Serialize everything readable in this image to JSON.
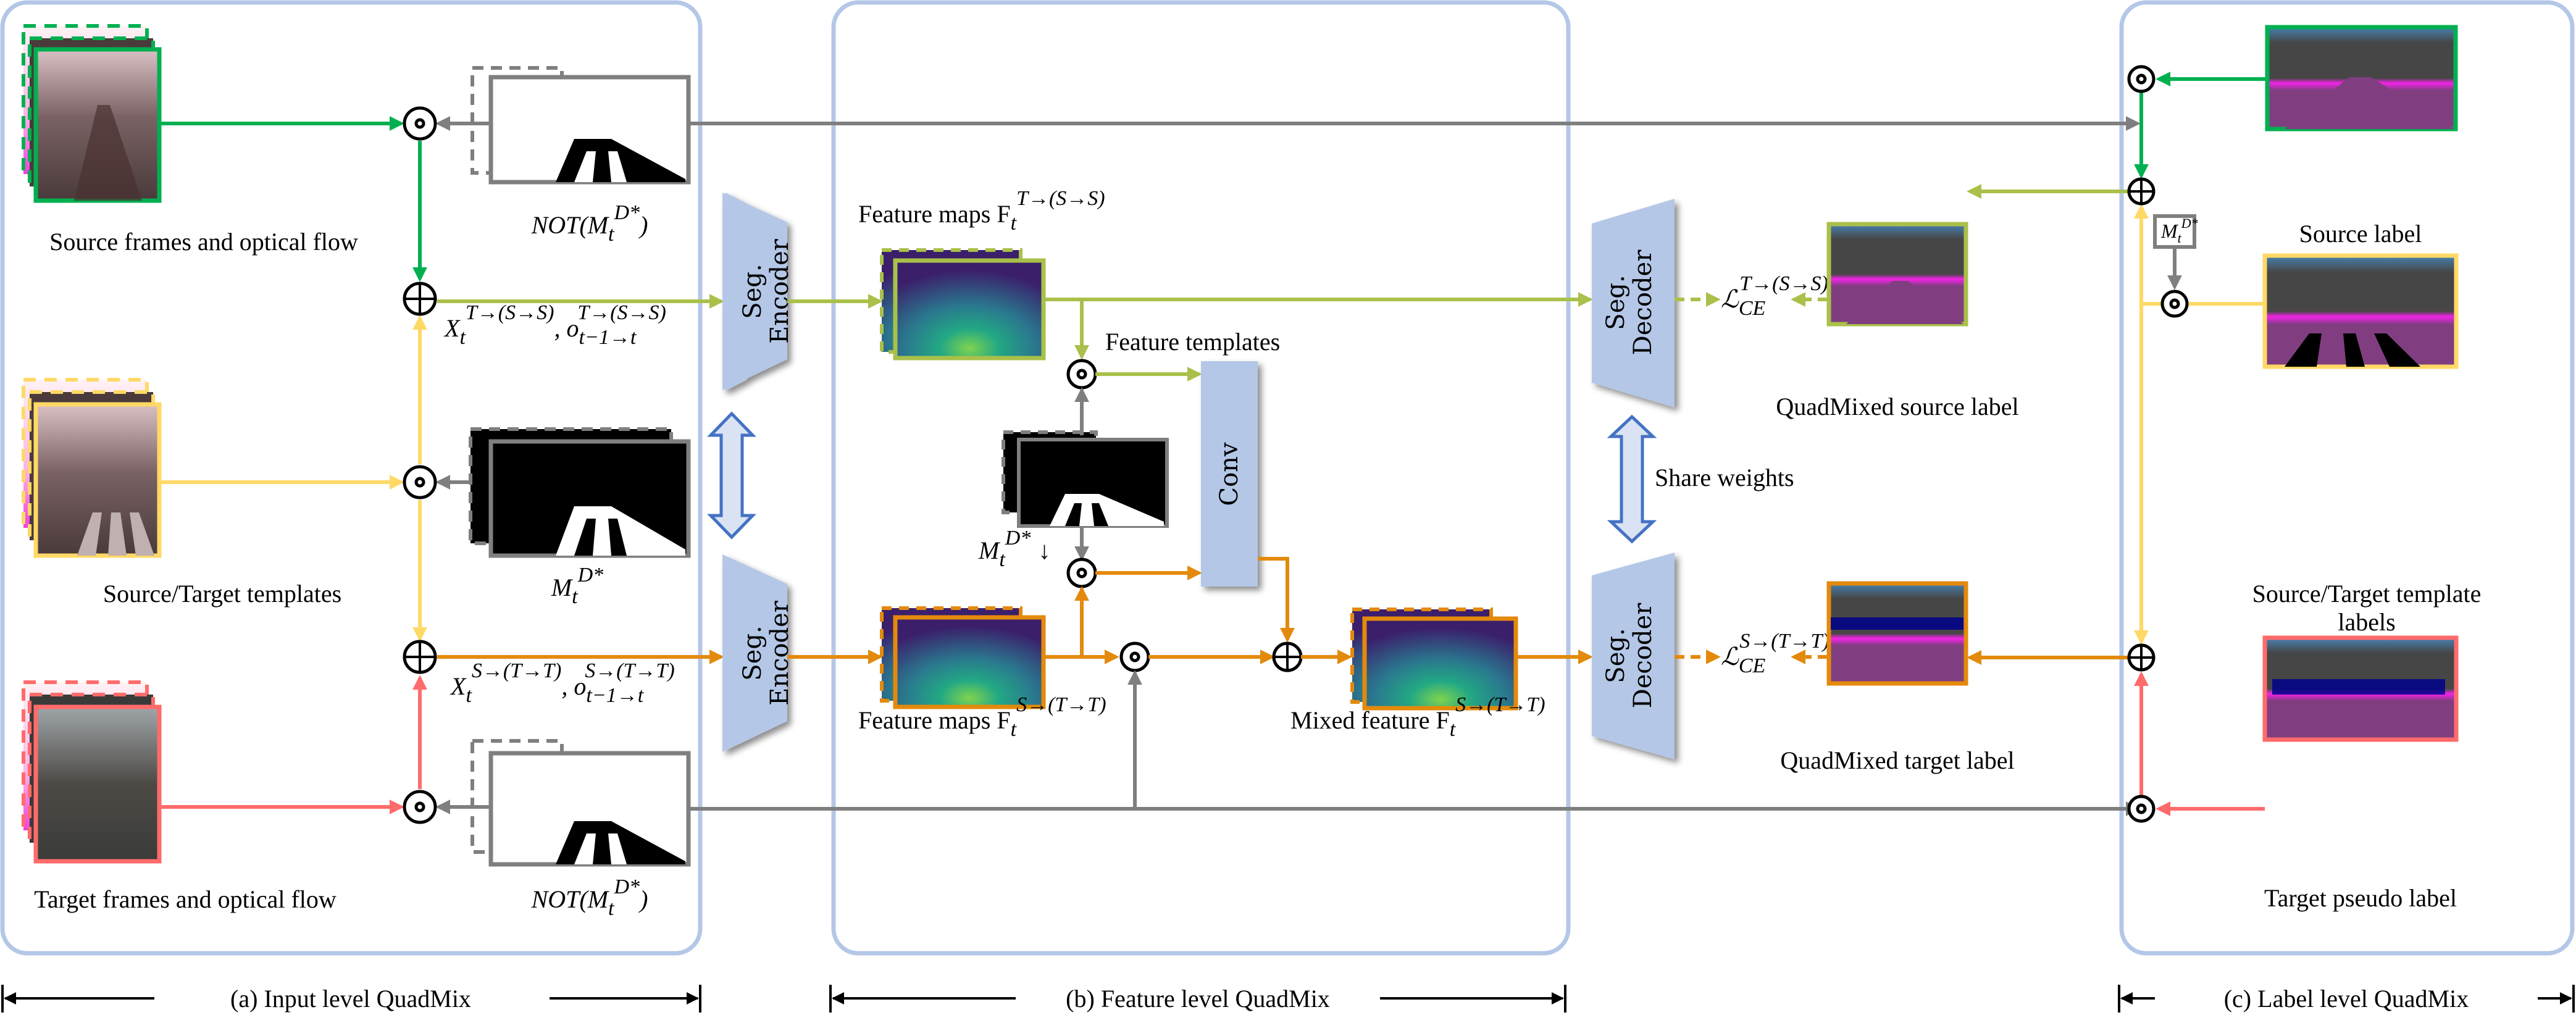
{
  "figure": {
    "panels": [
      {
        "id": "input",
        "caption": "(a) Input level QuadMix"
      },
      {
        "id": "feature",
        "caption": "(b) Feature level QuadMix"
      },
      {
        "id": "label",
        "caption": "(c) Label level QuadMix"
      }
    ],
    "input_level": {
      "source_frames_label": "Source frames and optical flow",
      "templates_label": "Source/Target templates",
      "target_frames_label": "Target frames and optical flow",
      "not_mask_label_top": "NOT(M",
      "not_mask_label_bottom": "NOT(M",
      "mask_label": "M",
      "mask_sub": "t",
      "mask_sup": "D*",
      "mix_source_text": "X",
      "mix_source_sup": "T→(S→S)",
      "mix_source_flow": "o",
      "mix_source_flow_sub": "t−1→t",
      "mix_target_sup": "S→(T→T)"
    },
    "feature_level": {
      "encoder_label_1": "Seg.",
      "encoder_label_2": "Encoder",
      "feature_maps_top": "Feature maps F",
      "feature_maps_top_sup": "T→(S→S)",
      "feature_templates": "Feature templates",
      "conv_label": "Conv",
      "mask_down_label": "M",
      "mask_down_arrow": "↓",
      "feature_maps_bottom": "Feature maps F",
      "feature_maps_bottom_sup": "S→(T→T)",
      "mixed_feature": "Mixed feature F",
      "mixed_feature_sup": "S→(T→T)",
      "subscript_t": "t"
    },
    "decoder": {
      "label_1": "Seg.",
      "label_2": "Decoder",
      "share_weights": "Share weights",
      "loss_symbol": "ℒ",
      "loss_sub": "CE",
      "loss_top_sup": "T→(S→S)",
      "loss_bottom_sup": "S→(T→T)",
      "quadmixed_source_label": "QuadMixed source label",
      "quadmixed_target_label": "QuadMixed target label"
    },
    "label_level": {
      "source_label": "Source label",
      "template_labels_line1": "Source/Target template",
      "template_labels_line2": "labels",
      "target_pseudo_label": "Target pseudo label",
      "mask_box": "M"
    },
    "operators": {
      "multiply": "⊙",
      "add": "⊕"
    },
    "colors": {
      "source": "#00b050",
      "template": "#ffd966",
      "target": "#ff6b6b",
      "mixed_source": "#a9c04a",
      "mixed_target": "#e38a0c",
      "mask": "#7f7f7f",
      "panel": "#b4c7e7",
      "block": "#b4c7e7",
      "share_arrow": "#4472c4"
    }
  }
}
